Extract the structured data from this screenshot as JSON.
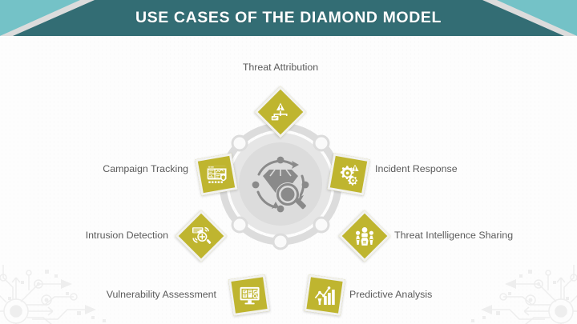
{
  "header": {
    "title": "Use Cases of the Diamond Model",
    "band_color": "#336d74",
    "accent_color": "#74c2c7",
    "stripe_color": "#dcdcdc"
  },
  "theme": {
    "badge_color": "#bfb52f",
    "badge_border": "#f2f2f0",
    "ring_color": "#dcdcdc",
    "hub_color": "#e3e3e3",
    "hub_inner_color": "#d8d8d8",
    "label_color": "#5b5b5b",
    "page_background": "#fdfdfd"
  },
  "center": {
    "icon": "diamond-magnifier-icon",
    "label": ""
  },
  "items": [
    {
      "id": "threat-attribution",
      "label": "Threat Attribution",
      "icon": "org-chart-alert-icon",
      "angle": 270,
      "label_side": "top"
    },
    {
      "id": "incident-response",
      "label": "Incident Response",
      "icon": "gears-alert-icon",
      "angle": 315,
      "label_side": "right"
    },
    {
      "id": "threat-intelligence-sharing",
      "label": "Threat Intelligence Sharing",
      "icon": "people-sharing-icon",
      "angle": 0,
      "label_side": "right"
    },
    {
      "id": "predictive-analysis",
      "label": "Predictive Analysis",
      "icon": "bar-chart-trend-icon",
      "angle": 45,
      "label_side": "right"
    },
    {
      "id": "vulnerability-assessment",
      "label": "Vulnerability Assessment",
      "icon": "monitor-scan-icon",
      "angle": 135,
      "label_side": "left"
    },
    {
      "id": "intrusion-detection",
      "label": "Intrusion Detection",
      "icon": "radar-search-icon",
      "angle": 180,
      "label_side": "left"
    },
    {
      "id": "campaign-tracking",
      "label": "Campaign Tracking",
      "icon": "dashboard-window-icon",
      "angle": 225,
      "label_side": "left"
    }
  ],
  "decorations": {
    "bottom_left": "circuit-pattern",
    "bottom_right": "circuit-pattern"
  }
}
